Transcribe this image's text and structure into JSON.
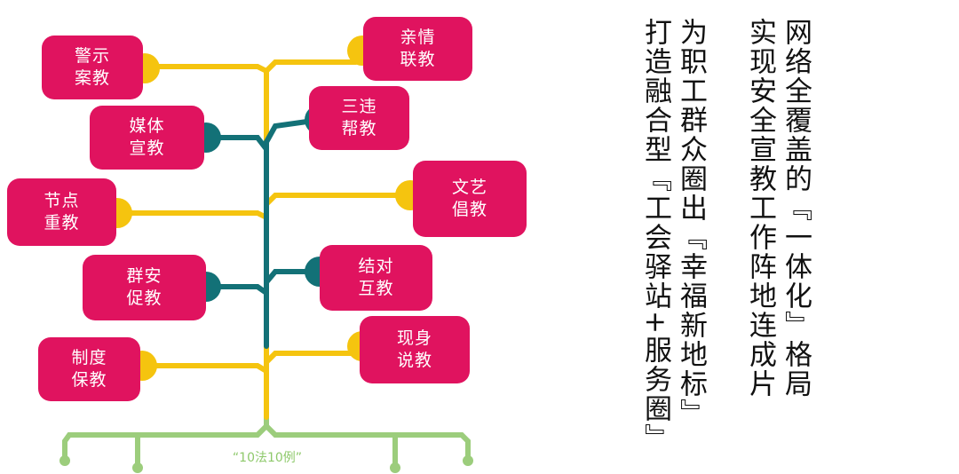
{
  "colors": {
    "box": "#e0135f",
    "node_yellow": "#f5c40f",
    "node_teal": "#137177",
    "root_green": "#9ccd7c",
    "text": "#111111"
  },
  "diagram": {
    "root_label": "“10法10例”",
    "branches": [
      {
        "label1": "警示",
        "label2": "案教",
        "side": "left",
        "node": "yellow"
      },
      {
        "label1": "亲情",
        "label2": "联教",
        "side": "right",
        "node": "yellow"
      },
      {
        "label1": "三违",
        "label2": "帮教",
        "side": "right",
        "node": "teal"
      },
      {
        "label1": "媒体",
        "label2": "宣教",
        "side": "left",
        "node": "teal"
      },
      {
        "label1": "节点",
        "label2": "重教",
        "side": "left",
        "node": "yellow"
      },
      {
        "label1": "文艺",
        "label2": "倡教",
        "side": "right",
        "node": "yellow"
      },
      {
        "label1": "结对",
        "label2": "互教",
        "side": "right",
        "node": "teal"
      },
      {
        "label1": "群安",
        "label2": "促教",
        "side": "left",
        "node": "teal"
      },
      {
        "label1": "现身",
        "label2": "说教",
        "side": "right",
        "node": "yellow"
      },
      {
        "label1": "制度",
        "label2": "保教",
        "side": "left",
        "node": "yellow"
      }
    ]
  },
  "headline": {
    "col1": "网络全覆盖的『一体化』格局",
    "col2": "实现安全宣教工作阵地连成片",
    "col3": "为职工群众圈出『幸福新地标』",
    "col4": "打造融合型『工会驿站+服务圈』"
  }
}
